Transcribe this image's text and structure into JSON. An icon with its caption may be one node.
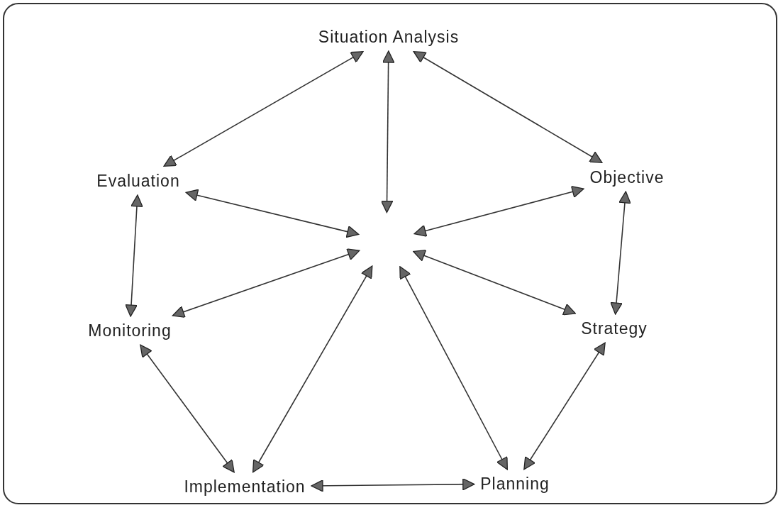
{
  "diagram": {
    "nodes": [
      {
        "text": [
          "Situation Analysis"
        ]
      },
      {
        "text": [
          "Evaluation"
        ]
      },
      {
        "text": [
          "Objective"
        ]
      },
      {
        "text": [
          "Monitoring"
        ]
      },
      {
        "text": [
          "Strategy"
        ]
      },
      {
        "text": [
          "Implementation"
        ]
      },
      {
        "text": [
          "Planning"
        ]
      }
    ],
    "edges": [
      {
        "from": 0,
        "to": 2,
        "arrow": "both"
      },
      {
        "from": 2,
        "to": 4,
        "arrow": "both"
      },
      {
        "from": 4,
        "to": 6,
        "arrow": "both"
      },
      {
        "from": 5,
        "to": 6,
        "arrow": "both"
      },
      {
        "from": 3,
        "to": 5,
        "arrow": "both"
      },
      {
        "from": 1,
        "to": 3,
        "arrow": "both"
      },
      {
        "from": 1,
        "to": 0,
        "arrow": "both"
      },
      {
        "from": 0,
        "to": null,
        "arrow": "both"
      },
      {
        "from": 2,
        "to": null,
        "arrow": "both"
      },
      {
        "from": 4,
        "to": null,
        "arrow": "both"
      },
      {
        "from": 6,
        "to": null,
        "arrow": "both"
      },
      {
        "from": 5,
        "to": null,
        "arrow": "both"
      },
      {
        "from": 3,
        "to": null,
        "arrow": "both"
      },
      {
        "from": 1,
        "to": null,
        "arrow": "both"
      }
    ]
  }
}
